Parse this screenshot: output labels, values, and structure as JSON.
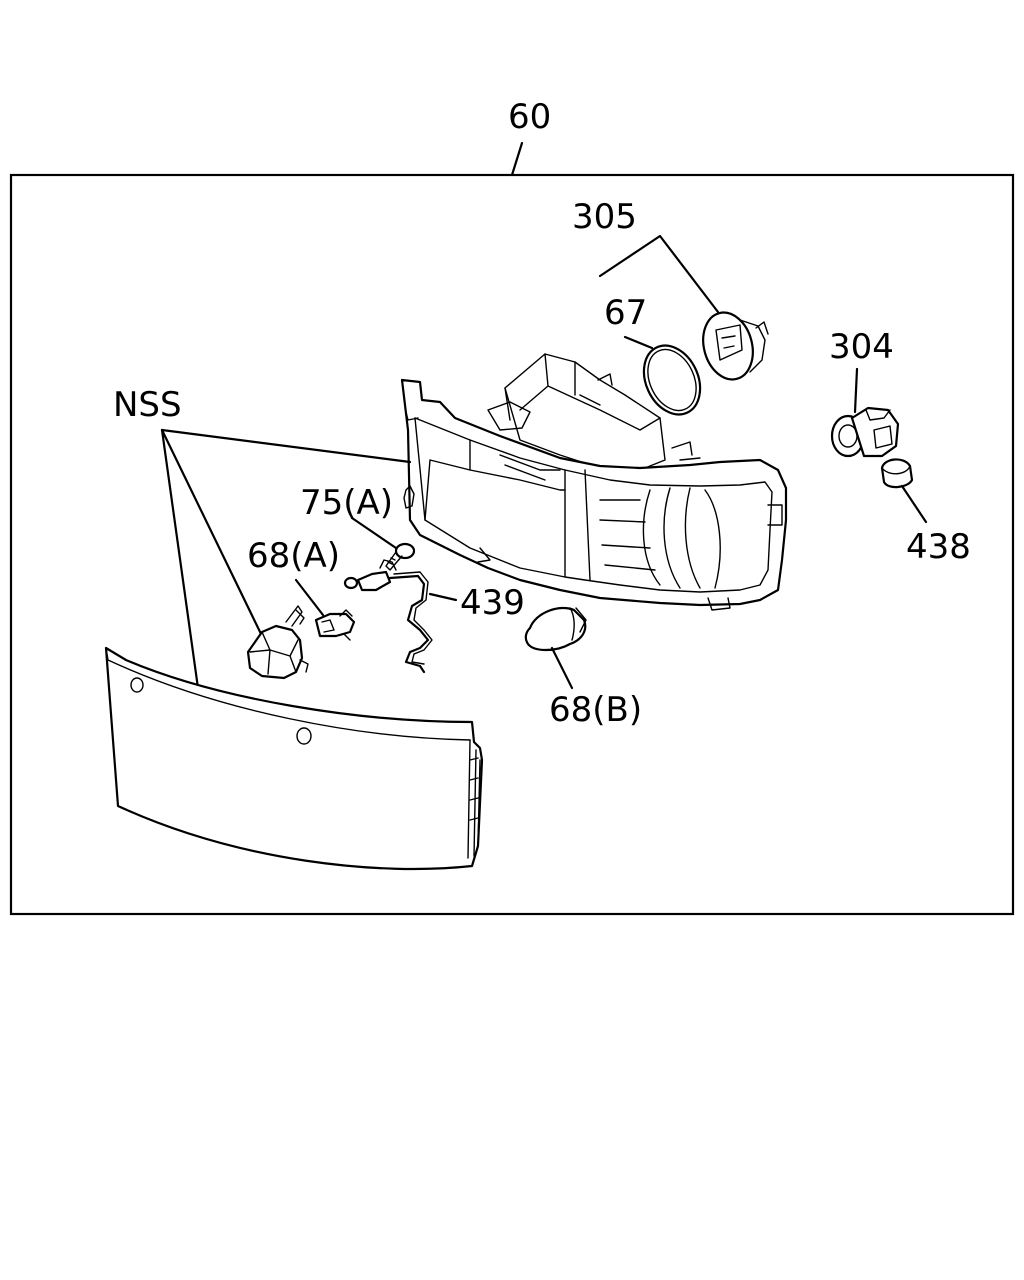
{
  "callouts": {
    "assembly": "60",
    "socket_set": "305",
    "o_ring": "67",
    "socket": "304",
    "cap": "438",
    "nss": "NSS",
    "screw": "75(A)",
    "bulb_a": "68(A)",
    "harness": "439",
    "bulb_b": "68(B)"
  }
}
